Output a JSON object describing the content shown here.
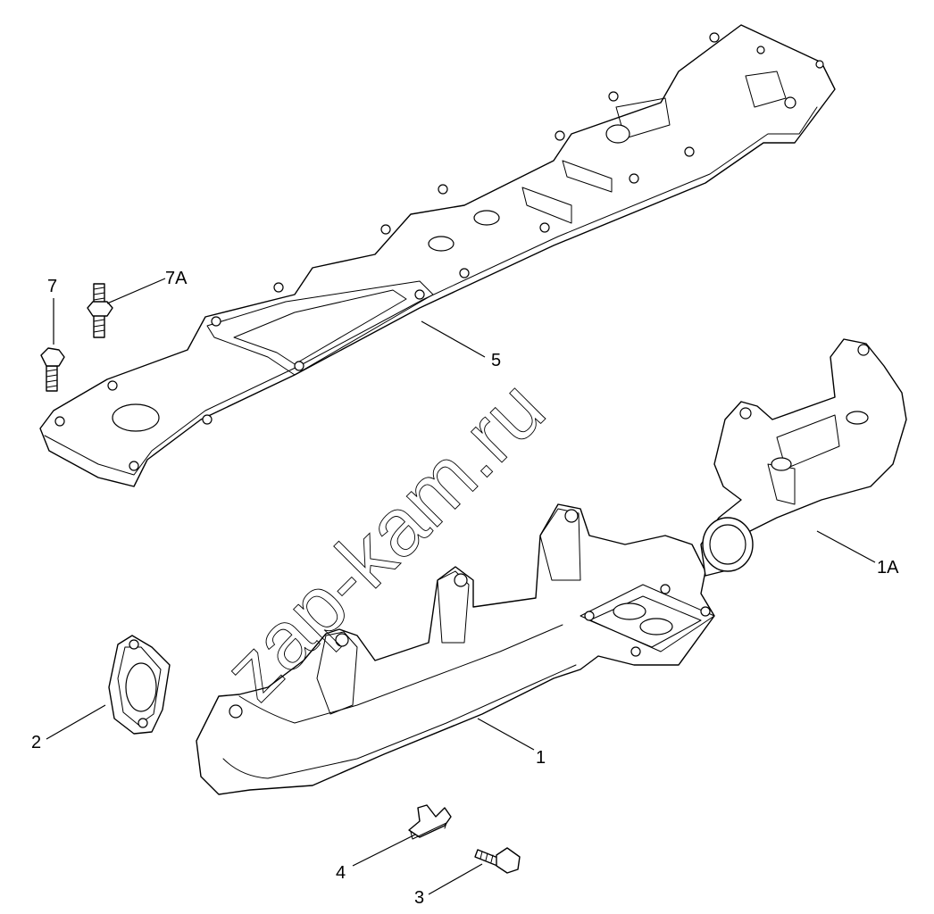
{
  "watermark": "zap-kam.ru",
  "callouts": {
    "c7": "7",
    "c7a": "7A",
    "c5": "5",
    "c1a": "1A",
    "c2": "2",
    "c1": "1",
    "c4": "4",
    "c3": "3"
  }
}
